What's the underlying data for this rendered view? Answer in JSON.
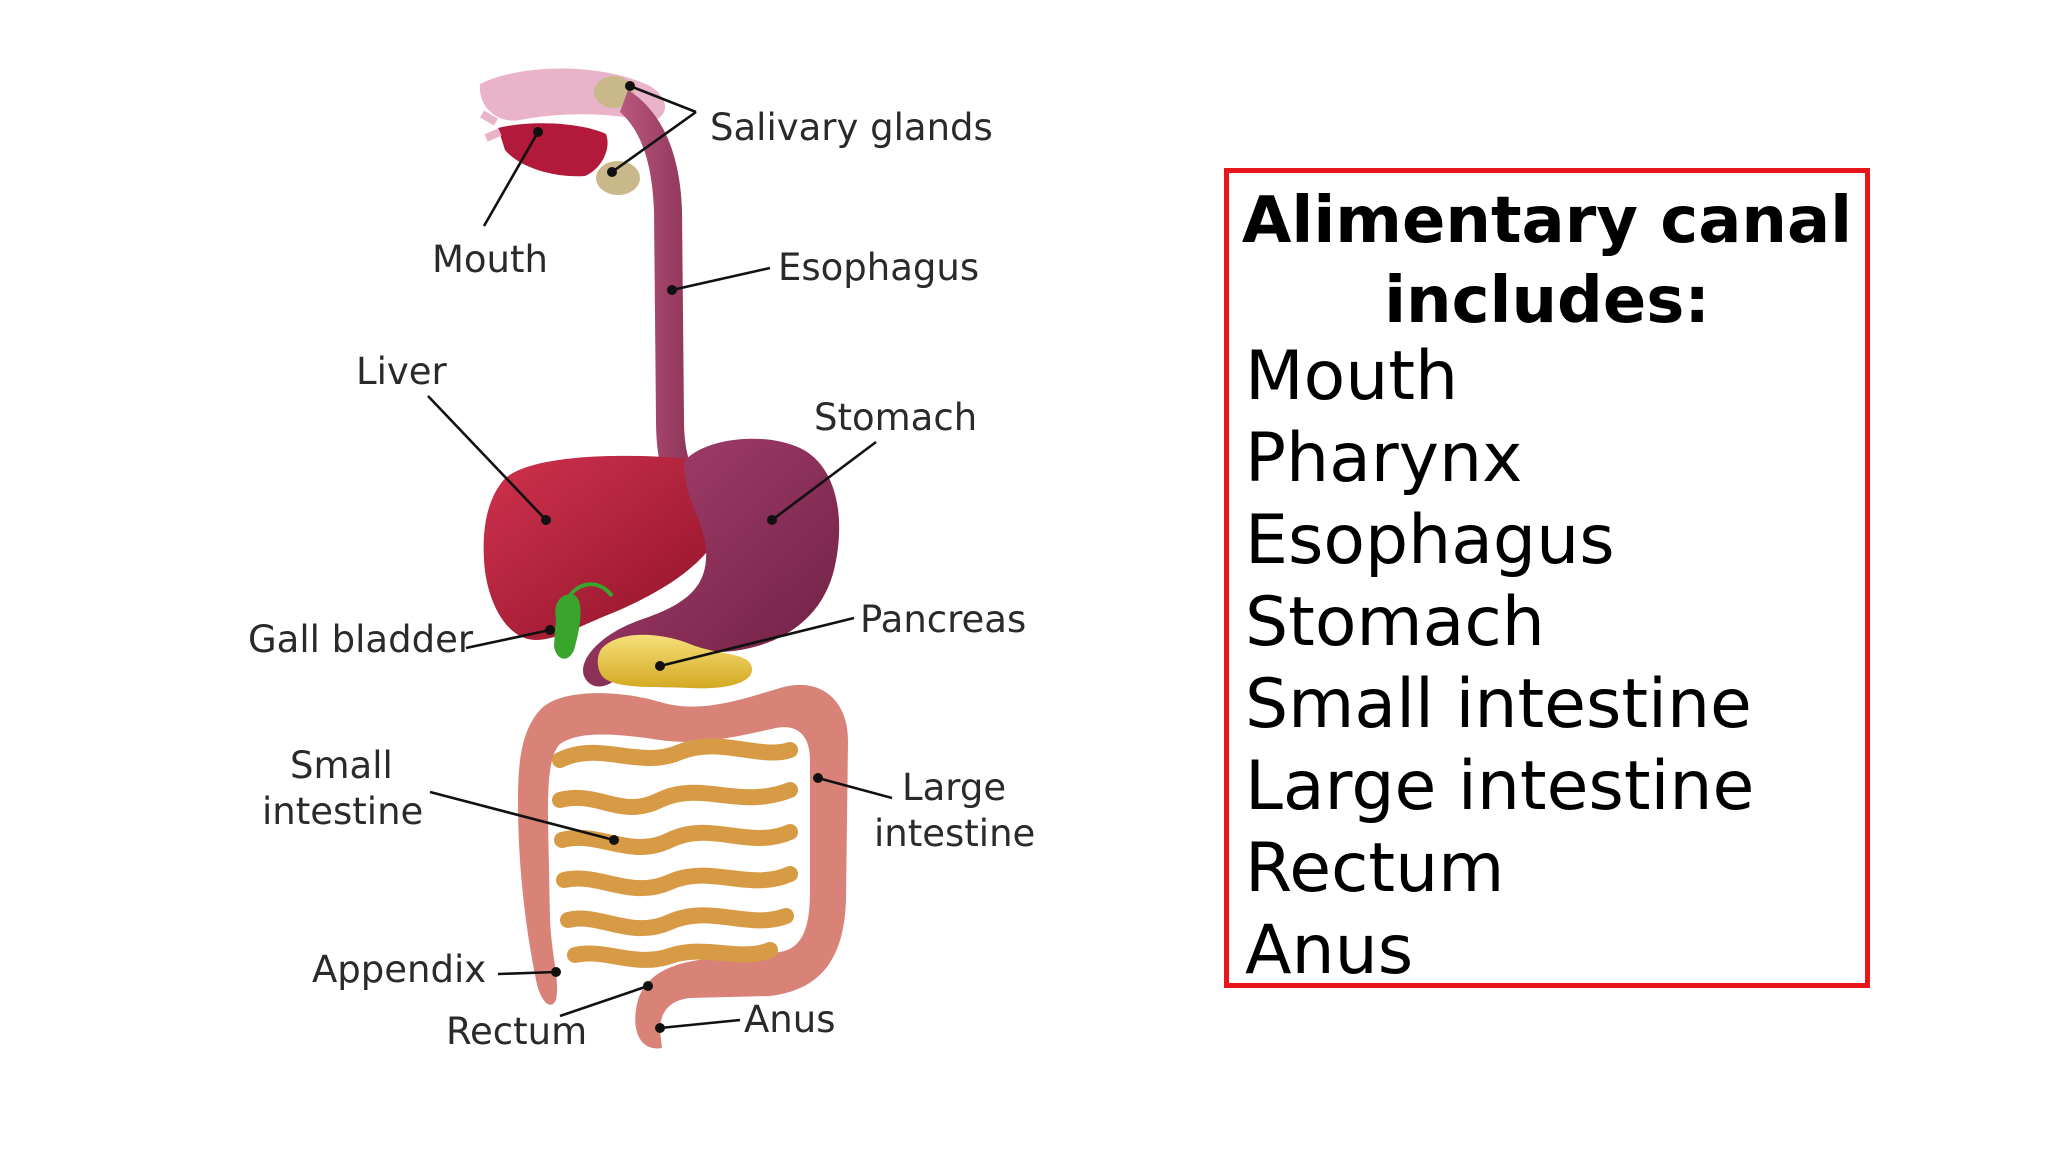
{
  "diagram": {
    "labels": {
      "salivary_glands": "Salivary glands",
      "mouth": "Mouth",
      "esophagus": "Esophagus",
      "liver": "Liver",
      "stomach": "Stomach",
      "gall_bladder": "Gall bladder",
      "pancreas": "Pancreas",
      "small_intestine_line1": "Small",
      "small_intestine_line2": "intestine",
      "large_intestine_line1": "Large",
      "large_intestine_line2": "intestine",
      "appendix": "Appendix",
      "rectum": "Rectum",
      "anus": "Anus"
    },
    "colors": {
      "liver": "#b01a36",
      "stomach": "#8e2a55",
      "esophagus": "#a23e63",
      "gall_bladder": "#3aa52c",
      "pancreas": "#e8c93a",
      "small_intestine": "#d79a45",
      "large_intestine": "#d98278",
      "mouth": "#e3a3bd",
      "salivary_glands": "#c9b98a"
    }
  },
  "canal": {
    "heading_line1": "Alimentary canal",
    "heading_line2": "includes:",
    "items": [
      "Mouth",
      "Pharynx",
      "Esophagus",
      "Stomach",
      "Small intestine",
      "Large intestine",
      "Rectum",
      "Anus"
    ],
    "border_color": "#e8161b"
  }
}
